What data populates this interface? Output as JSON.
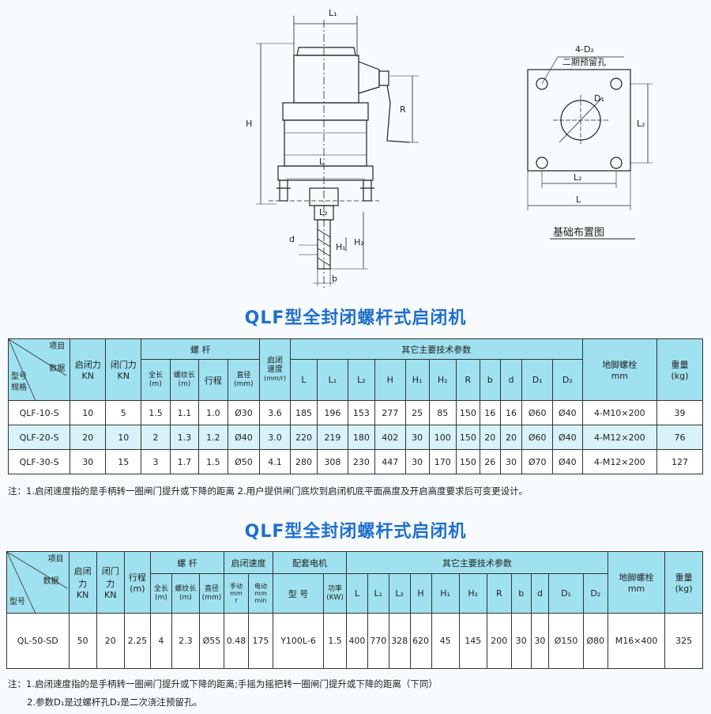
{
  "drawing": {
    "labels": {
      "L1": "L₁",
      "H": "H",
      "R": "R",
      "L_center": "L",
      "L2_shaft": "L₂",
      "d": "d",
      "H1": "H₁",
      "H2": "H₂",
      "b": "b",
      "holes": "4-D₂",
      "holes_note": "二期预留孔",
      "D1": "D₁",
      "L2_plan": "L₂",
      "L2_vert": "L₂",
      "L_plan": "L"
    },
    "caption": "基础布置图"
  },
  "table1": {
    "title": "QLF型全封闭螺杆式启闭机",
    "corner": {
      "item": "项目",
      "model": "型号",
      "spec": "规格",
      "data": "数据"
    },
    "headers": {
      "open_force": "启闭力",
      "open_force_unit": "KN",
      "close_force": "闭门力",
      "close_force_unit": "KN",
      "screw": "螺  杆",
      "total_len": "全长",
      "total_len_unit": "(m)",
      "thread_len": "螺纹长",
      "thread_len_unit": "(m)",
      "stroke": "行程",
      "diameter": "直径",
      "diameter_unit": "(mm)",
      "speed": "启闭",
      "speed2": "速度",
      "speed_unit": "(mm/r)",
      "other": "其它主要技术参数",
      "bolt": "地脚螺栓",
      "bolt_unit": "mm",
      "weight": "重量",
      "weight_unit": "(kg)"
    },
    "param_cols": [
      "L",
      "L₁",
      "L₂",
      "H",
      "H₁",
      "H₂",
      "R",
      "b",
      "d",
      "D₁",
      "D₂"
    ],
    "rows": [
      [
        "QLF-10-S",
        "10",
        "5",
        "1.5",
        "1.1",
        "1.0",
        "Ø30",
        "3.6",
        "185",
        "196",
        "153",
        "277",
        "25",
        "85",
        "150",
        "16",
        "16",
        "Ø60",
        "Ø40",
        "4-M10×200",
        "39"
      ],
      [
        "QLF-20-S",
        "20",
        "10",
        "2",
        "1.3",
        "1.2",
        "Ø40",
        "3.0",
        "220",
        "219",
        "180",
        "402",
        "30",
        "100",
        "150",
        "20",
        "20",
        "Ø60",
        "Ø40",
        "4-M12×200",
        "76"
      ],
      [
        "QLF-30-S",
        "30",
        "15",
        "3",
        "1.7",
        "1.5",
        "Ø50",
        "4.1",
        "280",
        "308",
        "230",
        "447",
        "30",
        "170",
        "150",
        "26",
        "30",
        "Ø70",
        "Ø40",
        "4-M12×200",
        "127"
      ]
    ],
    "note": "注：1.启闭速度指的是手柄转一圈闸门提升或下降的距离    2.用户提供闸门底坎到启闭机底平面高度及开启高度要求后可变更设计。"
  },
  "table2": {
    "title": "QLF型全封闭螺杆式启闭机",
    "corner": {
      "item": "项目",
      "model": "型号",
      "data": "数据"
    },
    "headers": {
      "open_force_a": "启闭",
      "open_force_b": "力",
      "open_force_unit": "KN",
      "close_force_a": "闭门",
      "close_force_b": "力",
      "close_force_unit": "KN",
      "stroke": "行程",
      "stroke_unit": "(m)",
      "screw": "螺  杆",
      "total_len": "全长",
      "total_len_unit": "(m)",
      "thread_len": "螺纹长",
      "thread_len_unit": "(m)",
      "diameter": "直径",
      "diameter_unit": "(mm)",
      "speed": "启闭速度",
      "manual_a": "手动",
      "manual_b": "mm",
      "manual_r": "r",
      "electric_a": "电动",
      "electric_b": "mm",
      "electric_min": "min",
      "motor": "配套电机",
      "motor_model": "型  号",
      "power": "功率",
      "power_unit": "(KW)",
      "other": "其它主要技术参数",
      "bolt": "地脚螺栓",
      "bolt_unit": "mm",
      "weight": "重量",
      "weight_unit": "(kg)"
    },
    "param_cols": [
      "L",
      "L₁",
      "L₂",
      "H",
      "H₁",
      "H₂",
      "R",
      "b",
      "d",
      "D₁",
      "D₂"
    ],
    "rows": [
      [
        "QL-50-SD",
        "50",
        "20",
        "2.25",
        "4",
        "2.3",
        "Ø55",
        "0.48",
        "175",
        "Y100L-6",
        "1.5",
        "400",
        "770",
        "328",
        "620",
        "45",
        "145",
        "200",
        "30",
        "30",
        "Ø150",
        "Ø80",
        "M16×400",
        "325"
      ]
    ],
    "note1": "注：1.启闭速度指的是手柄转一圈闸门提升或下降的距离;手摇为摇把转一圈闸门提升或下降的距离（下同）",
    "note2": "2.参数D₁是过螺杆孔D₂是二次浇注预留孔。"
  }
}
